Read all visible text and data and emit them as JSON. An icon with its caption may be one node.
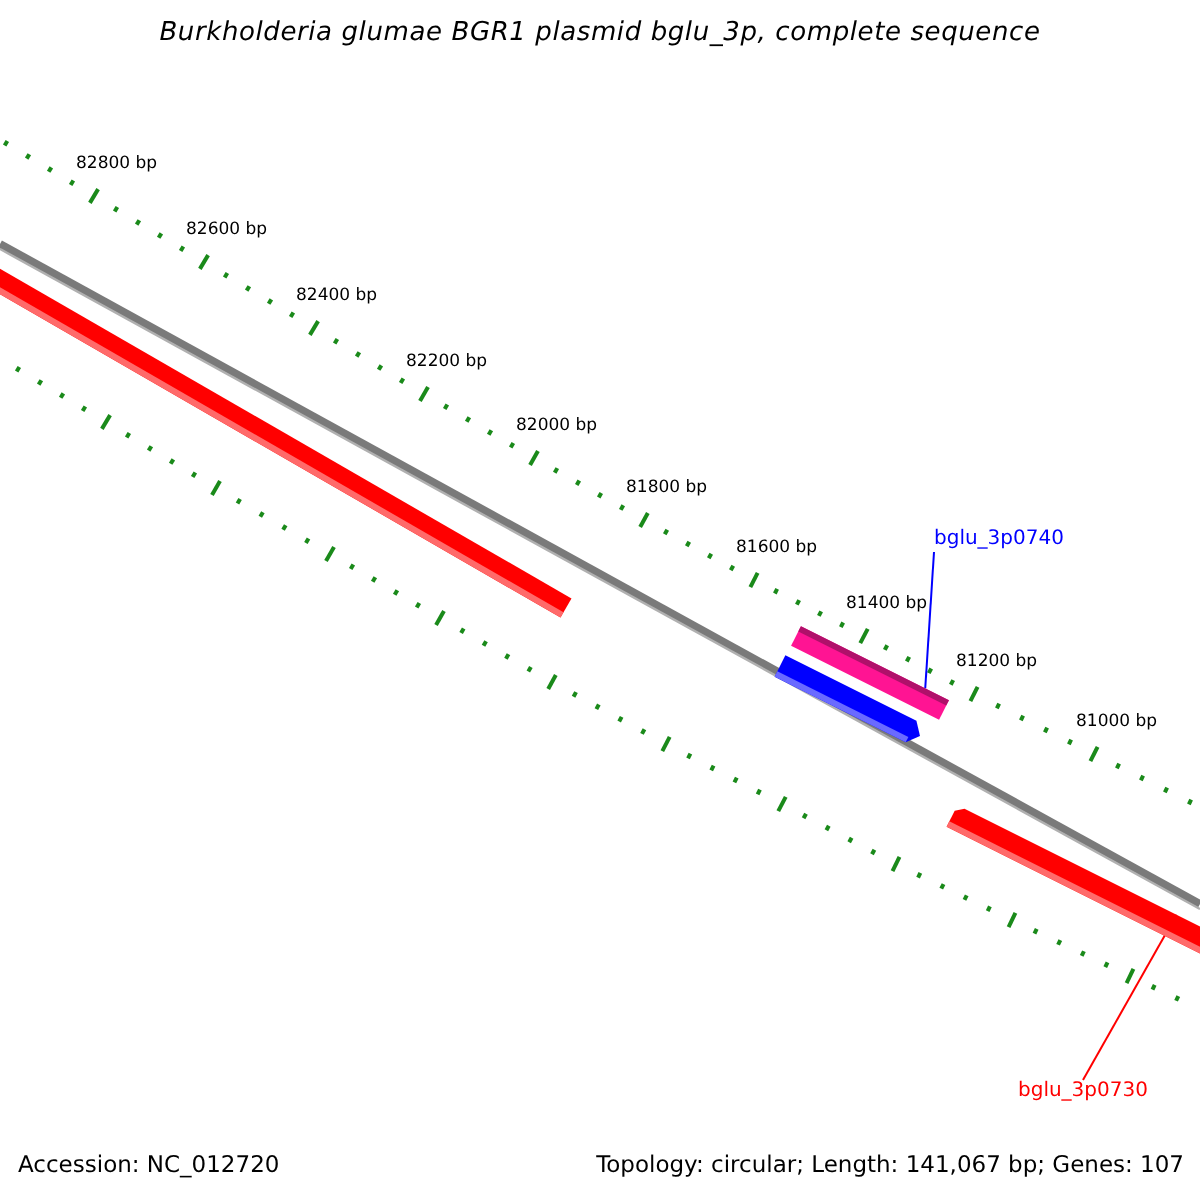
{
  "diagram": {
    "title": "Burkholderia glumae BGR1 plasmid bglu_3p, complete sequence",
    "nodes": [
      {
        "text": [
          "bglu_3p0740"
        ]
      },
      {
        "text": [],
        "shape": "bar"
      },
      {
        "text": [
          "bglu_3p0730"
        ]
      },
      {
        "text": [],
        "shape": "bar"
      }
    ],
    "edges": [
      {
        "from": 0,
        "to": 1,
        "arrow": "none",
        "color": "#0000ff"
      },
      {
        "from": 2,
        "to": 3,
        "arrow": "none",
        "color": "#ff0000"
      }
    ],
    "labels": [
      "82800 bp",
      "82600 bp",
      "82400 bp",
      "82200 bp",
      "82000 bp",
      "81800 bp",
      "81600 bp",
      "81400 bp",
      "81200 bp",
      "81000 bp",
      "Accession: NC_012720",
      "Topology: circular; Length: 141,067 bp; Genes: 107"
    ]
  }
}
